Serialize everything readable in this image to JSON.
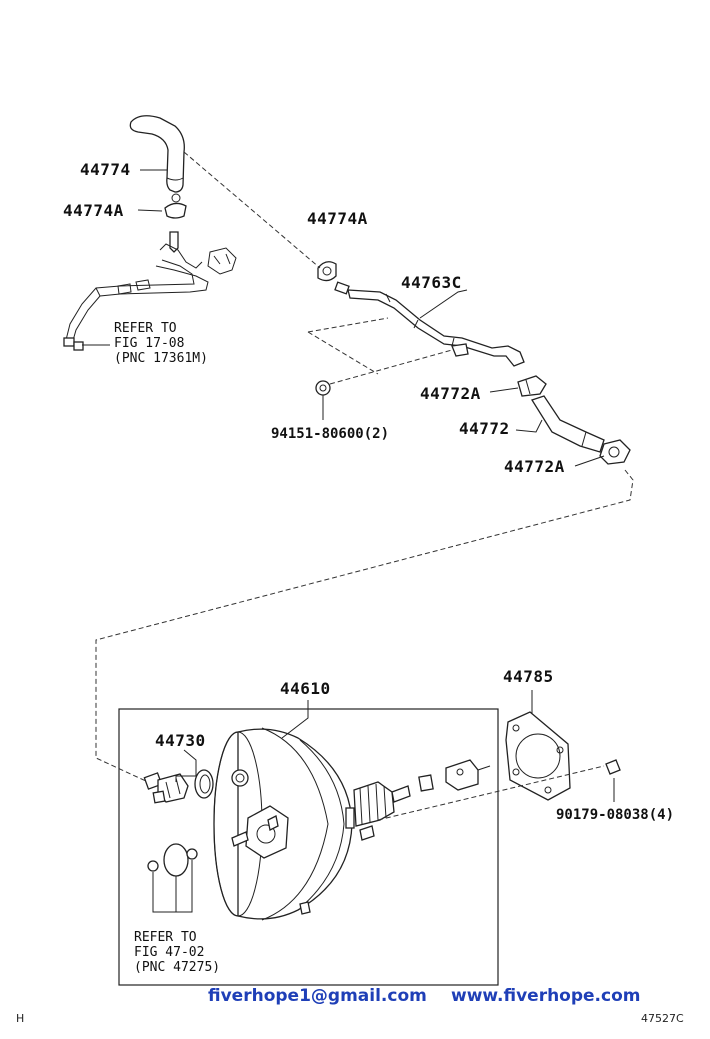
{
  "parts": {
    "p44774": "44774",
    "p44774a_left": "44774A",
    "p44774a_mid": "44774A",
    "p44763c": "44763C",
    "p44772a_top": "44772A",
    "p44772": "44772",
    "p44772a_bottom": "44772A",
    "p94151": "94151-80600(2)",
    "p44610": "44610",
    "p44730": "44730",
    "p44785": "44785",
    "p90179": "90179-08038(4)"
  },
  "refs": {
    "ref1": [
      "REFER TO",
      "FIG 17-08",
      "(PNC 17361M)"
    ],
    "ref2": [
      "REFER TO",
      "FIG 47-02",
      "(PNC 47275)"
    ]
  },
  "footer": {
    "email": "fiverhope1@gmail.com",
    "website": "www.fiverhope.com",
    "left_code": "H",
    "right_code": "47527C"
  },
  "colors": {
    "link": "#1f3fb7",
    "line": "#222222"
  }
}
